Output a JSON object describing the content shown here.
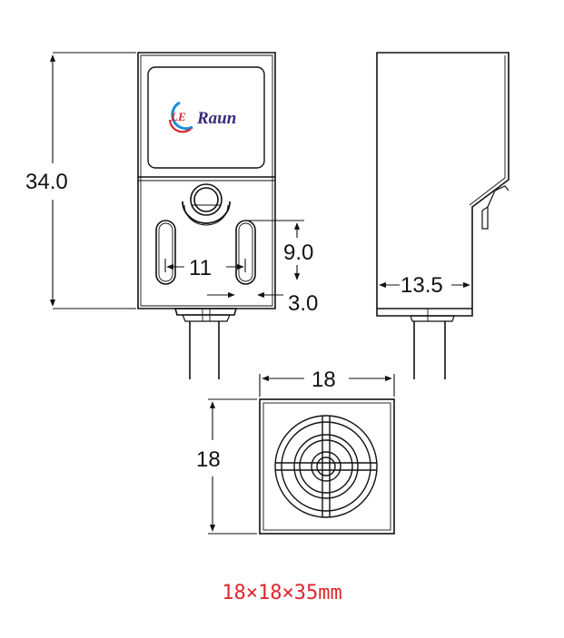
{
  "logo": {
    "mark": "LE",
    "brand": "Raun"
  },
  "dimensions": {
    "height": "34.0",
    "slot_spacing": "11",
    "slot_height": "9.0",
    "offset": "3.0",
    "depth": "13.5",
    "face_width": "18",
    "face_height": "18"
  },
  "caption": "18×18×35mm",
  "colors": {
    "caption": "#e0262c",
    "logo_blue": "#1a8fd8",
    "logo_red": "#d8262d",
    "brand_text": "#3a2a7a"
  }
}
